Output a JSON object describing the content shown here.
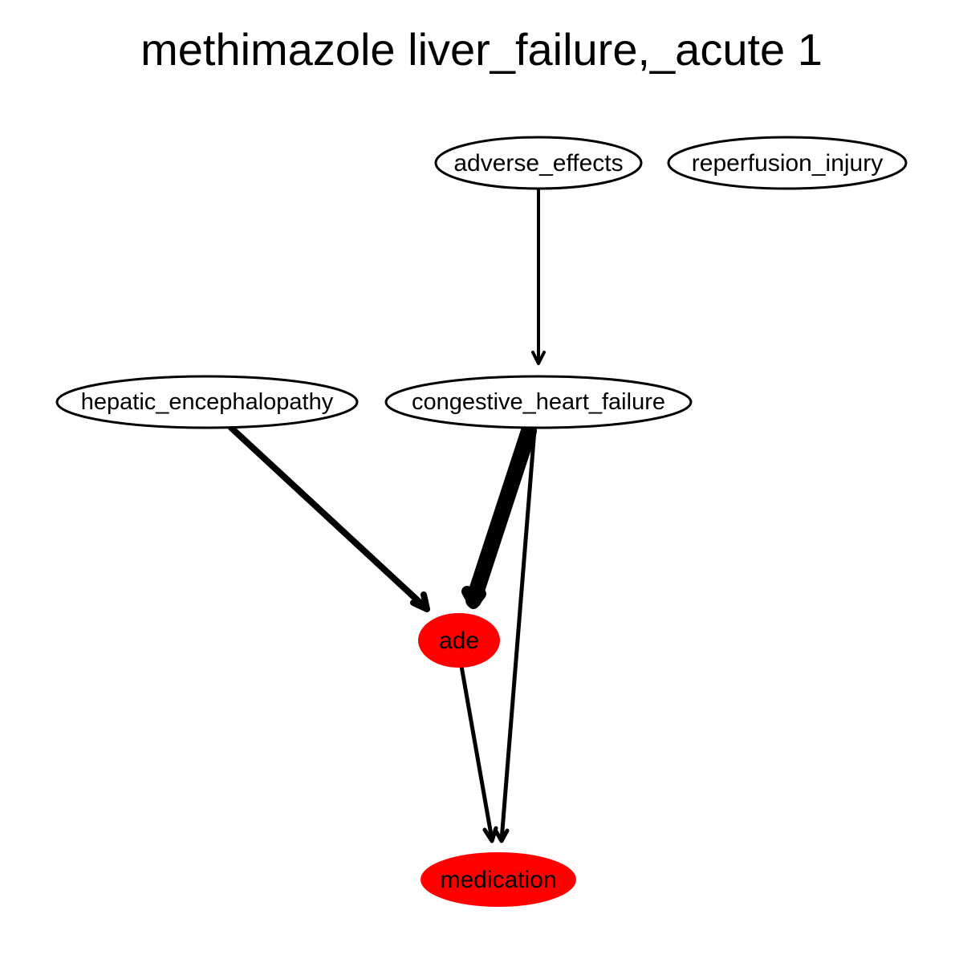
{
  "title": "methimazole liver_failure,_acute 1",
  "colors": {
    "highlight": "#ff0000",
    "default_fill": "#ffffff",
    "stroke": "#000000"
  },
  "nodes": [
    {
      "id": "adverse_effects",
      "label": "adverse_effects",
      "highlight": false
    },
    {
      "id": "reperfusion_injury",
      "label": "reperfusion_injury",
      "highlight": false
    },
    {
      "id": "hepatic_encephalopathy",
      "label": "hepatic_encephalopathy",
      "highlight": false
    },
    {
      "id": "congestive_heart_failure",
      "label": "congestive_heart_failure",
      "highlight": false
    },
    {
      "id": "ade",
      "label": "ade",
      "highlight": true
    },
    {
      "id": "medication",
      "label": "medication",
      "highlight": true
    }
  ],
  "edges": [
    {
      "from": "adverse_effects",
      "to": "congestive_heart_failure",
      "weight": "normal"
    },
    {
      "from": "hepatic_encephalopathy",
      "to": "ade",
      "weight": "medium"
    },
    {
      "from": "congestive_heart_failure",
      "to": "ade",
      "weight": "heavy"
    },
    {
      "from": "congestive_heart_failure",
      "to": "medication",
      "weight": "normal"
    },
    {
      "from": "ade",
      "to": "medication",
      "weight": "normal"
    }
  ]
}
